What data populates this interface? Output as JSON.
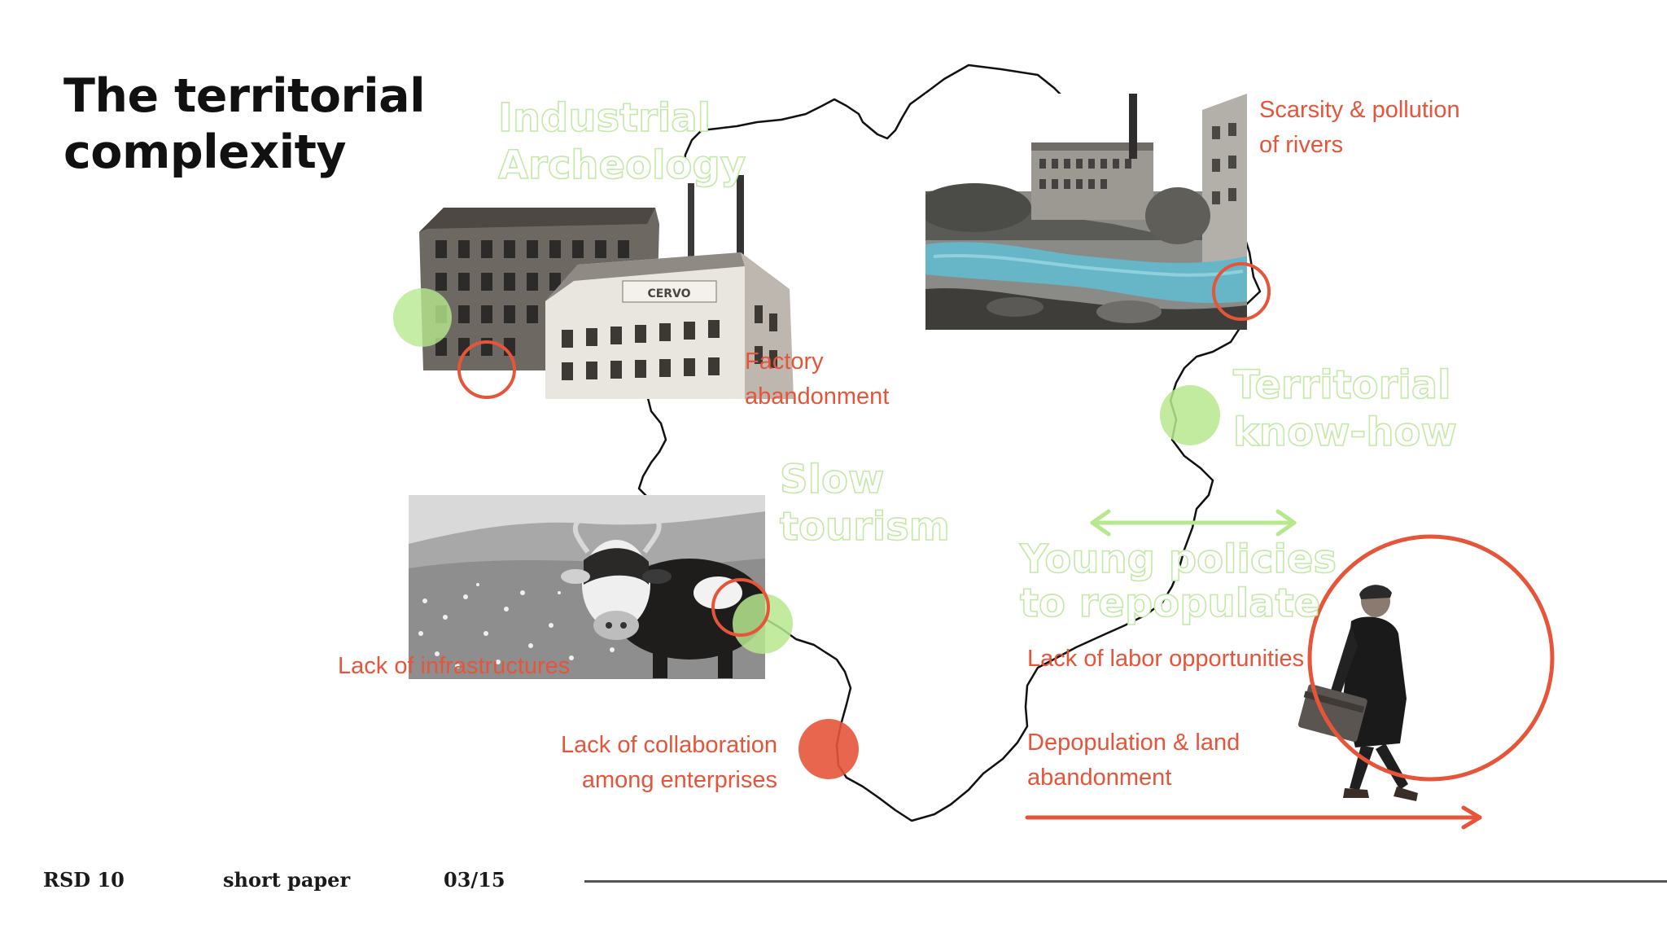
{
  "slide": {
    "title_line1": "The territorial",
    "title_line2": "complexity"
  },
  "labels": {
    "industrial_archeology": [
      "Industrial",
      "Archeology"
    ],
    "territorial_knowhow": [
      "Territorial",
      "know-how"
    ],
    "slow_tourism": [
      "Slow",
      "tourism"
    ],
    "young_policies": [
      "Young policies",
      "to repopulate"
    ]
  },
  "issues": {
    "scarsity": [
      "Scarsity & pollution",
      "of rivers"
    ],
    "factory": [
      "Factory",
      "abandonment"
    ],
    "infrastructures": "Lack of infrastructures",
    "collaboration": [
      "Lack of collaboration",
      "among enterprises"
    ],
    "labor": "Lack of labor opportunities",
    "depopulation": [
      "Depopulation & land",
      "abandonment"
    ]
  },
  "factory_sign": "CERVO",
  "footer": {
    "conference": "RSD 10",
    "type": "short paper",
    "page": "03/15"
  },
  "colors": {
    "accent_green": "#b8e88e",
    "accent_red": "#e6553a",
    "text_dark": "#111111"
  }
}
